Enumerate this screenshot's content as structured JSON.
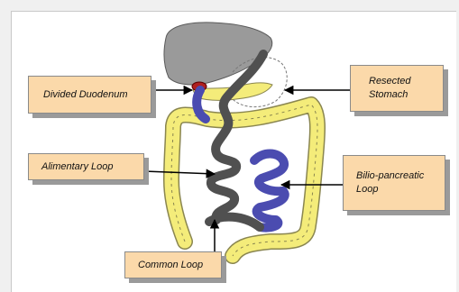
{
  "labels": {
    "divided_duodenum": "Divided Duodenum",
    "resected_stomach": [
      "Resected",
      "Stomach"
    ],
    "alimentary_loop": "Alimentary Loop",
    "biliopancreatic_loop": [
      "Bilio-pancreatic",
      "Loop"
    ],
    "common_loop": "Common Loop"
  },
  "colors": {
    "liver": "#9a9a9a",
    "colon": "#f4ec7a",
    "colon_outline": "#8a8650",
    "alimentary_limb": "#505050",
    "biliopancreatic_limb": "#4b4cb0",
    "duodenal_stump": "#b02020",
    "label_fill": "#fbd9aa"
  }
}
